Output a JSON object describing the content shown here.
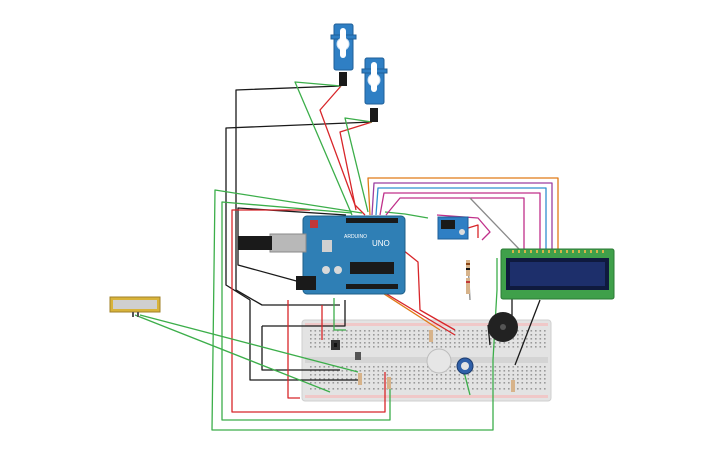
{
  "arduino": {
    "brand_text": "ARDUINO",
    "model_text": "UNO"
  },
  "lcd": {
    "rows": 2,
    "columns": 16
  },
  "colors": {
    "background": "#ffffff",
    "arduino_board": "#2f7fb5",
    "lcd_frame": "#3fa04a",
    "lcd_screen": "#1d2f6b",
    "breadboard": "#e3e3e3",
    "servo_body": "#2f7fc4",
    "wire_black": "#1a1a1a",
    "wire_red": "#d8262a",
    "wire_green": "#3cae4a",
    "wire_orange": "#e07a16",
    "wire_purple": "#9a3fa0",
    "wire_magenta": "#c0308a",
    "wire_blue": "#2f8fd0",
    "wire_gray": "#8a8a8a"
  },
  "components": [
    "servo-motor",
    "servo-motor",
    "arduino-uno",
    "lcd-16x2",
    "breadboard",
    "piezo-buzzer",
    "potentiometer",
    "push-button",
    "rf-module",
    "flex-sensor",
    "resistor"
  ]
}
